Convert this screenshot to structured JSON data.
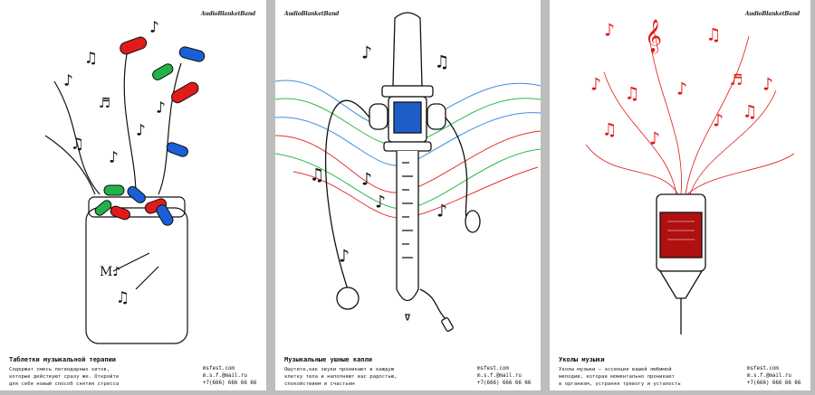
{
  "logo_text": "AudioBlanketBand",
  "contacts": {
    "site": "msfest.com",
    "email": "m.s.f.@mail.ru",
    "phone": "+7(666) 666 66 66"
  },
  "posters": [
    {
      "title": "Таблетки музыкальной терапии",
      "description": "Содержат смесь легендарных хитов,\nкоторые действуют сразу же. Откройте\nдля себя новый способ снятия стресса",
      "colors": {
        "pill_red": "#e01b1b",
        "pill_blue": "#1a5fd6",
        "pill_green": "#22b24a"
      }
    },
    {
      "title": "Музыкальные ушные капли",
      "description": "Ощутите,как звуки проникают в каждую\nклетку тела и наполняют вас радостью,\nспокойствием и счастьем",
      "colors": {
        "screen": "#1f5ec9",
        "wave_red": "#e53030",
        "wave_green": "#2bb84a",
        "wave_blue": "#3a8ee0"
      }
    },
    {
      "title": "Уколы музыки",
      "description": "Уколы музыки —  эссенция вашей любимой\nмелодии, которая моментально проникает\nв организм, устраняя тревогу и усталость",
      "colors": {
        "notes": "#e01818",
        "liquid": "#b01010"
      }
    }
  ]
}
